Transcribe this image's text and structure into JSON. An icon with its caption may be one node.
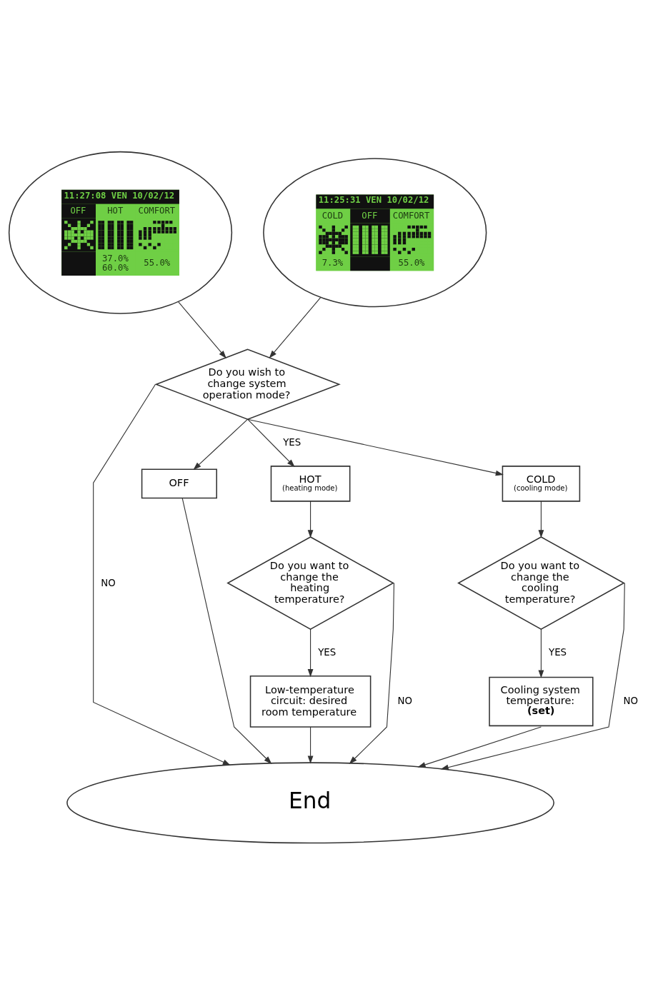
{
  "diagram": {
    "nodes": [
      {
        "text": [
          "11:27:08 VEN 10/02/12",
          "OFF",
          "HOT",
          "COMFORT",
          "37.0%",
          "60.0%",
          "55.0%"
        ]
      },
      {
        "text": [
          "11:25:31 VEN 10/02/12",
          "COLD",
          "OFF",
          "COMFORT",
          "7.3%",
          "55.0%"
        ]
      },
      {
        "text": [
          "Do you wish to change system operation mode?"
        ]
      },
      {
        "text": [
          "OFF"
        ]
      },
      {
        "text": [
          "HOT",
          "(heating mode)"
        ]
      },
      {
        "text": [
          "COLD",
          "(cooling mode)"
        ]
      },
      {
        "text": [
          "Do you want to change the heating temperature?"
        ]
      },
      {
        "text": [
          "Do you want to change the cooling temperature?"
        ]
      },
      {
        "text": [
          "Low-temperature circuit: desired room temperature"
        ]
      },
      {
        "text": [
          "Cooling system temperature:",
          "(set)"
        ]
      },
      {
        "text": [
          "End"
        ]
      }
    ],
    "edges": [
      {
        "from": 0,
        "to": 2,
        "arrow": "to"
      },
      {
        "from": 1,
        "to": 2,
        "arrow": "to"
      },
      {
        "from": 2,
        "to": 10,
        "arrow": "to",
        "label": "NO"
      },
      {
        "from": 2,
        "to": 3,
        "arrow": "to"
      },
      {
        "from": 2,
        "to": 4,
        "arrow": "to",
        "label": "YES"
      },
      {
        "from": 2,
        "to": 5,
        "arrow": "to"
      },
      {
        "from": 3,
        "to": 10,
        "arrow": "to"
      },
      {
        "from": 4,
        "to": 6,
        "arrow": "to"
      },
      {
        "from": 5,
        "to": 7,
        "arrow": "to"
      },
      {
        "from": 6,
        "to": 8,
        "arrow": "to",
        "label": "YES"
      },
      {
        "from": 6,
        "to": 10,
        "arrow": "to",
        "label": "NO"
      },
      {
        "from": 7,
        "to": 9,
        "arrow": "to",
        "label": "YES"
      },
      {
        "from": 7,
        "to": 10,
        "arrow": "to",
        "label": "NO"
      },
      {
        "from": 8,
        "to": 10,
        "arrow": "to"
      },
      {
        "from": 9,
        "to": 10,
        "arrow": "to"
      }
    ]
  }
}
